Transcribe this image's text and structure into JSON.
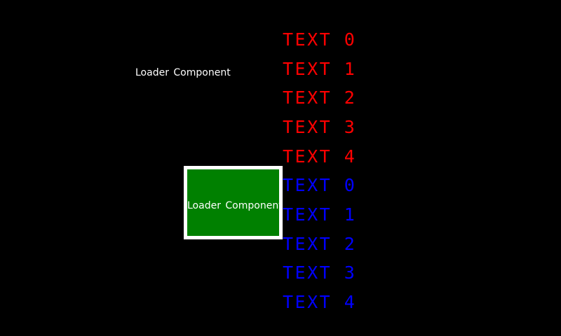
{
  "app": {
    "background": "#000000"
  },
  "loader_label": {
    "text": "Loader Component",
    "color": "#ffffff"
  },
  "loader_box": {
    "text": "Loader Component",
    "fill": "#008000",
    "border_color": "#ffffff",
    "text_color": "#ffffff"
  },
  "text_list": {
    "red_color": "#ff0000",
    "blue_color": "#0000ff",
    "items": [
      {
        "label": "TEXT 0",
        "color": "#ff0000"
      },
      {
        "label": "TEXT 1",
        "color": "#ff0000"
      },
      {
        "label": "TEXT 2",
        "color": "#ff0000"
      },
      {
        "label": "TEXT 3",
        "color": "#ff0000"
      },
      {
        "label": "TEXT 4",
        "color": "#ff0000"
      },
      {
        "label": "TEXT 0",
        "color": "#0000ff"
      },
      {
        "label": "TEXT 1",
        "color": "#0000ff"
      },
      {
        "label": "TEXT 2",
        "color": "#0000ff"
      },
      {
        "label": "TEXT 3",
        "color": "#0000ff"
      },
      {
        "label": "TEXT 4",
        "color": "#0000ff"
      }
    ]
  }
}
